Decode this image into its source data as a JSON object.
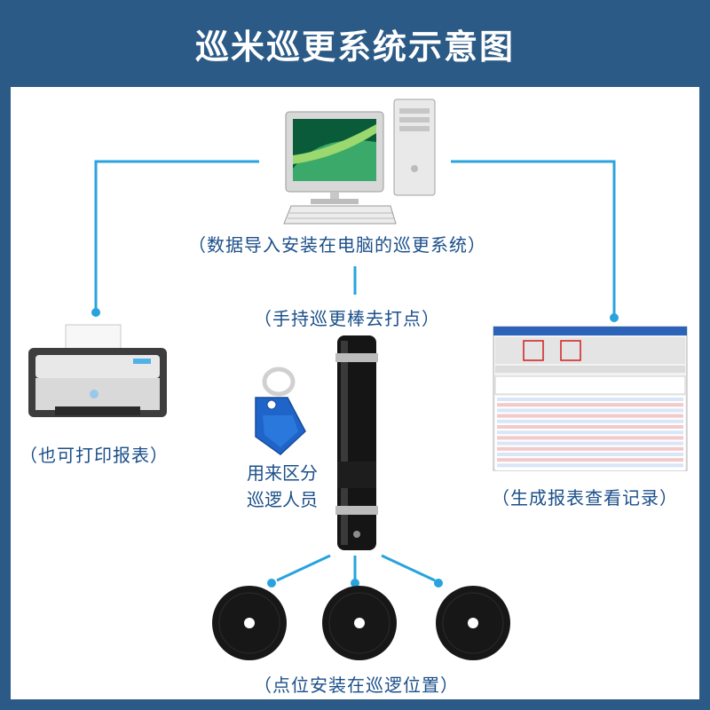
{
  "title": "巡米巡更系统示意图",
  "labels": {
    "computer": "（数据导入安装在电脑的巡更系统）",
    "wand": "（手持巡更棒去打点）",
    "printer": "（也可打印报表）",
    "report": "（生成报表查看记录）",
    "keyfob_line1": "用来区分",
    "keyfob_line2": "巡逻人员",
    "checkpoints": "（点位安装在巡逻位置）"
  },
  "colors": {
    "background": "#2b5a86",
    "panel": "#ffffff",
    "connector": "#29a3dd",
    "label": "#1b4f8a",
    "keyfob": "#1f64c8"
  },
  "icons": [
    "computer-icon",
    "printer-icon",
    "report-screenshot",
    "keyfob-icon",
    "patrol-wand-icon",
    "checkpoint-icon"
  ]
}
